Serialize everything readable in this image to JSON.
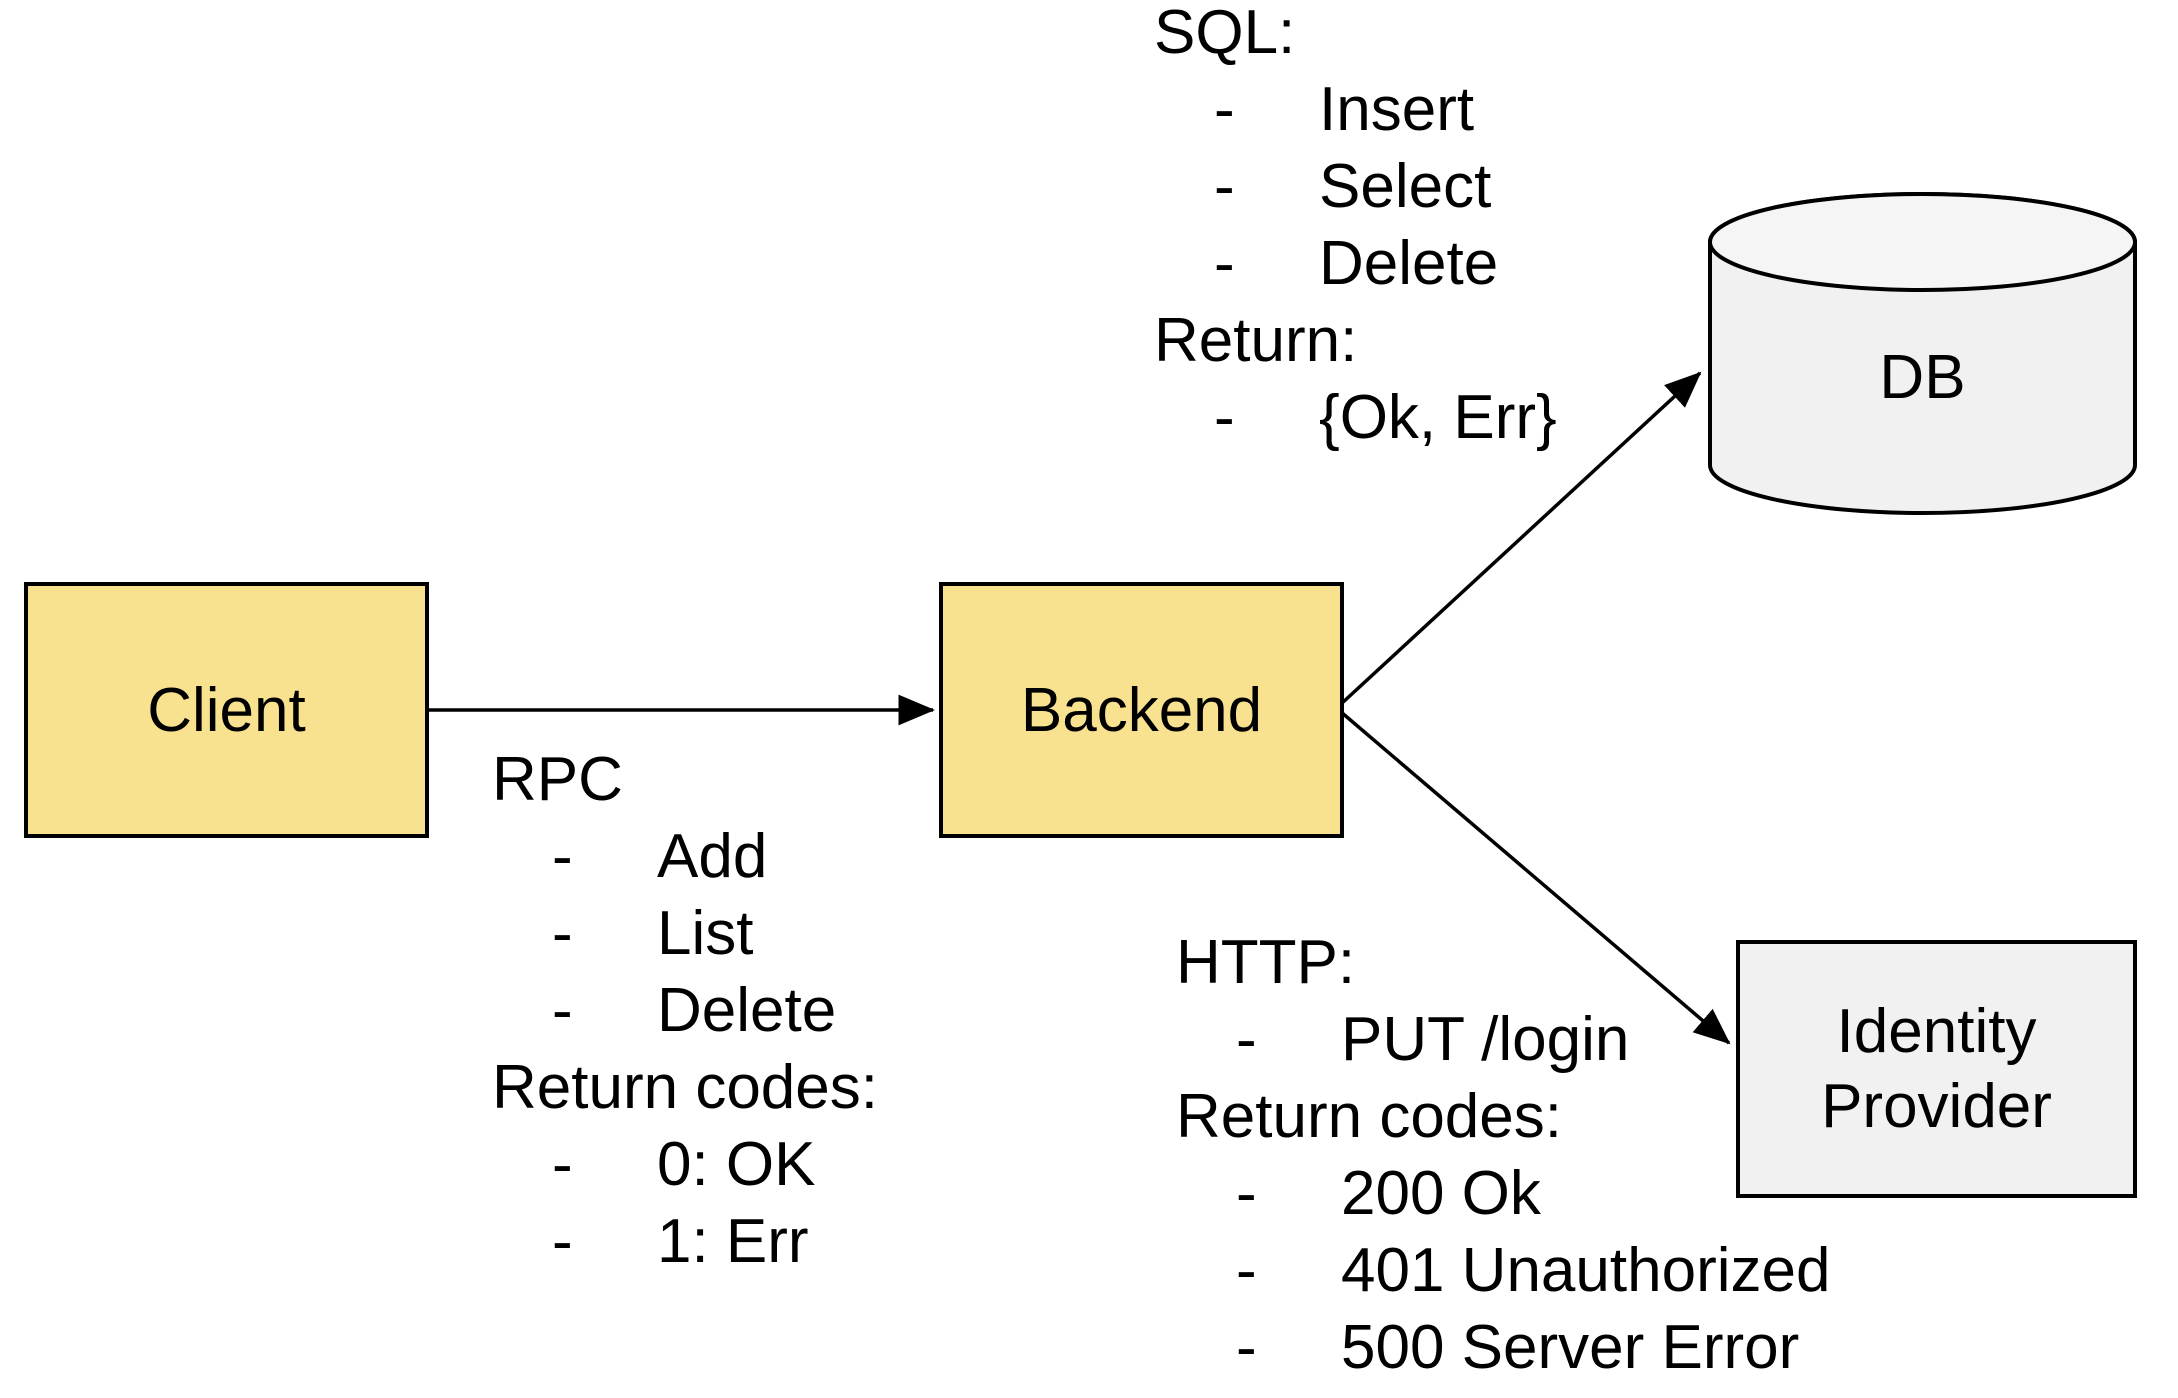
{
  "nodes": {
    "client": {
      "label": "Client",
      "shape": "rectangle",
      "fill": "yellow"
    },
    "backend": {
      "label": "Backend",
      "shape": "rectangle",
      "fill": "yellow"
    },
    "db": {
      "label": "DB",
      "shape": "cylinder",
      "fill": "gray"
    },
    "identity_provider": {
      "label": "Identity Provider",
      "shape": "rectangle",
      "fill": "gray"
    }
  },
  "edges": {
    "client_to_backend": {
      "from": "client",
      "to": "backend"
    },
    "backend_to_db": {
      "from": "backend",
      "to": "db"
    },
    "backend_to_identity_provider": {
      "from": "backend",
      "to": "identity_provider"
    }
  },
  "annotations": {
    "bullet": "-",
    "rpc": {
      "title": "RPC",
      "calls": [
        "Add",
        "List",
        "Delete"
      ],
      "return_title": "Return codes:",
      "returns": [
        "0: OK",
        "1: Err"
      ]
    },
    "sql": {
      "title": "SQL:",
      "calls": [
        "Insert",
        "Select",
        "Delete"
      ],
      "return_title": "Return:",
      "returns": [
        "{Ok, Err}"
      ]
    },
    "http": {
      "title": "HTTP:",
      "calls": [
        "PUT /login"
      ],
      "return_title": "Return codes:",
      "returns": [
        "200 Ok",
        "401 Unauthorized",
        "500 Server Error"
      ]
    }
  },
  "colors": {
    "node_yellow": "#F8E18F",
    "node_gray": "#F1F1F1",
    "cylinder_top": "#F5F5F5",
    "stroke": "#000000",
    "text": "#000000",
    "background": "#FFFFFF"
  }
}
